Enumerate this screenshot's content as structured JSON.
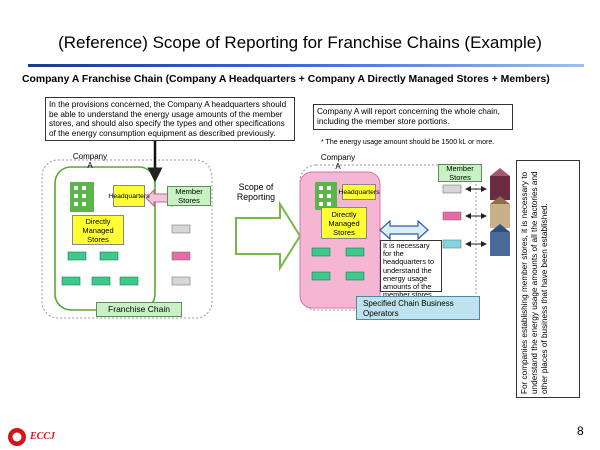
{
  "slide": {
    "title": "(Reference) Scope of Reporting for Franchise Chains (Example)",
    "subtitle": "Company A Franchise Chain (Company A Headquarters + Company A Directly Managed Stores + Members)",
    "page_number": "8",
    "logo_text": "ECCJ"
  },
  "left": {
    "note": "In the provisions concerned, the Company A headquarters should be able to understand the energy usage amounts of the member stores, and should also specify the types and other specifications of the energy consumption equipment as described previously.",
    "company_label": "Company A",
    "headquarters_label": "Headquarters",
    "member_stores_label": "Member Stores",
    "directly_managed_label": "Directly Managed Stores",
    "franchise_chain_label": "Franchise Chain"
  },
  "middle": {
    "scope_label": "Scope of Reporting"
  },
  "right": {
    "note": "Company A will report concerning the whole chain, including the member store portions.",
    "energy_note": "* The energy usage amount should be 1500 kL or more.",
    "company_label": "Company A",
    "headquarters_label": "Headquarters",
    "member_stores_label": "Member Stores",
    "directly_managed_label": "Directly Managed Stores",
    "necessity_note": "It is necessary for the headquarters to understand the energy usage amounts of the member stores.",
    "specified_chain_label": "Specified Chain Business Operators",
    "vertical_note": "For companies establishing member stores, it is necessary to understand the energy usage amounts of all the factories and other places of business that have been established."
  },
  "colors": {
    "accent_blue": "#1a3a8f",
    "company_pink": "#f4b6d2",
    "highlight_yellow": "#ffff33",
    "member_green": "#c9f2c4",
    "specified_blue": "#bfe3ee"
  }
}
